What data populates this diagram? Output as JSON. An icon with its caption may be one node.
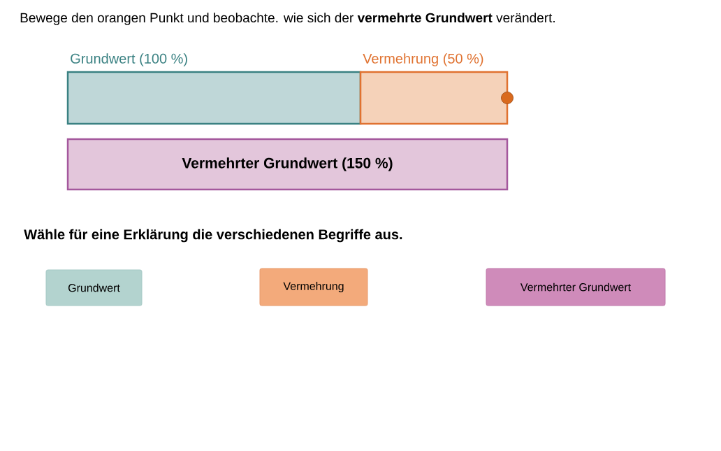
{
  "diagram": {
    "title": "Bewege den orangen Punkt und beobachte. wie sich der **vermehrte Grundwert** verändert.",
    "nodes": [
      {
        "text": [
          "Grundwert (100 %)"
        ]
      },
      {
        "text": [
          "Vermehrung (50 %)"
        ]
      },
      {
        "text": [
          "Vermehrter Grundwert (150 %)"
        ]
      },
      {
        "text": [
          "Grundwert"
        ]
      },
      {
        "text": [
          "Vermehrung"
        ]
      },
      {
        "text": [
          "Vermehrter Grundwert"
        ]
      }
    ],
    "labels": [
      "Wähle für eine Erklärung die verschiedenen Begriffe aus."
    ]
  }
}
